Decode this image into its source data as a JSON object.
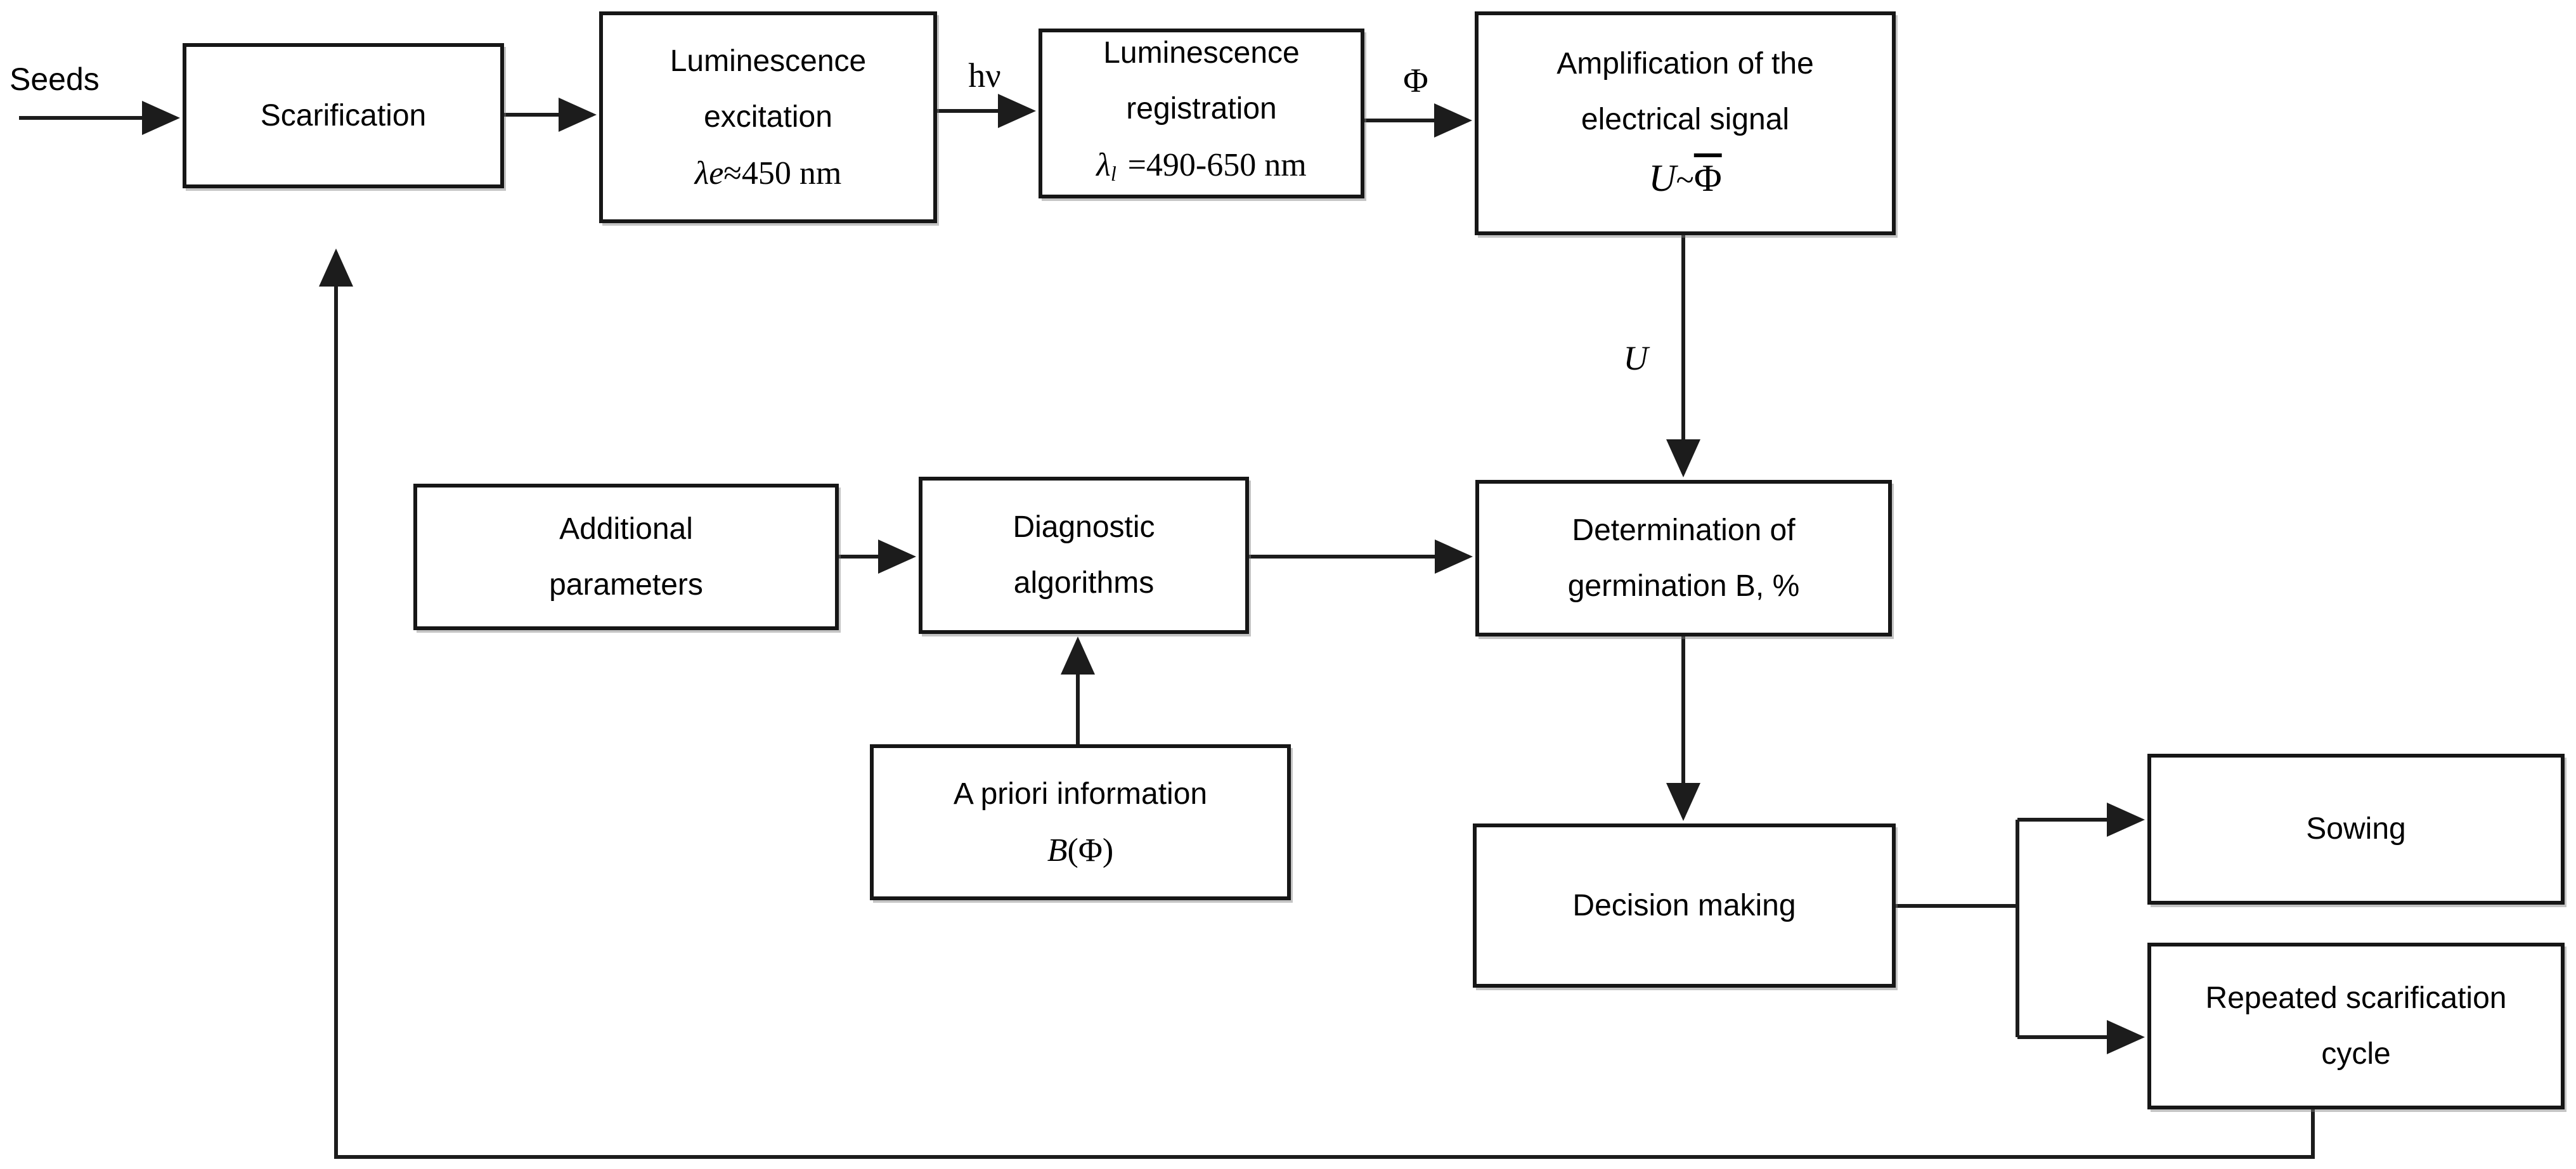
{
  "diagram": {
    "title": "Seed luminescence diagnostics flowchart",
    "colors": {
      "background": "#ffffff",
      "line": "#1c1c1c",
      "box_border": "#161616",
      "text": "#000000"
    },
    "nodes": {
      "scarification": {
        "label": "Scarification"
      },
      "luminescence_excitation": {
        "line1": "Luminescence",
        "line2": "excitation",
        "lambda": "λe",
        "value": "≈450 nm"
      },
      "luminescence_registration": {
        "line1": "Luminescence",
        "line2": "registration",
        "lambda": "λ",
        "lambda_sub": "l",
        "value": " =490-650 nm"
      },
      "amplification": {
        "line1": "Amplification of the",
        "line2": "electrical signal",
        "var_u": "U",
        "relation": "~",
        "var_phi": "Φ"
      },
      "additional_parameters": {
        "line1": "Additional",
        "line2": "parameters"
      },
      "diagnostic_algorithms": {
        "line1": "Diagnostic",
        "line2": "algorithms"
      },
      "a_priori_information": {
        "line1": "A priori information",
        "var_b": "B",
        "arg": "(Φ)"
      },
      "determination": {
        "line1": "Determination of",
        "line2": "germination B, %"
      },
      "decision_making": {
        "label": "Decision making"
      },
      "sowing": {
        "label": "Sowing"
      },
      "repeated_scarification": {
        "line1": "Repeated scarification",
        "line2": "cycle"
      }
    },
    "edge_labels": {
      "seeds": "Seeds",
      "photon": "hν",
      "flux": "Φ",
      "voltage": "U"
    },
    "connections": [
      {
        "from": "Seeds",
        "to": "Scarification",
        "label": "Seeds"
      },
      {
        "from": "Scarification",
        "to": "Luminescence excitation"
      },
      {
        "from": "Luminescence excitation",
        "to": "Luminescence registration",
        "label": "hν"
      },
      {
        "from": "Luminescence registration",
        "to": "Amplification of the electrical signal",
        "label": "Φ"
      },
      {
        "from": "Amplification of the electrical signal",
        "to": "Determination of germination B, %",
        "label": "U"
      },
      {
        "from": "Additional parameters",
        "to": "Diagnostic algorithms"
      },
      {
        "from": "A priori information B(Φ)",
        "to": "Diagnostic algorithms"
      },
      {
        "from": "Diagnostic algorithms",
        "to": "Determination of germination B, %"
      },
      {
        "from": "Determination of germination B, %",
        "to": "Decision making"
      },
      {
        "from": "Decision making",
        "to": "Sowing"
      },
      {
        "from": "Decision making",
        "to": "Repeated scarification cycle"
      },
      {
        "from": "Repeated scarification cycle",
        "to": "Scarification",
        "type": "feedback"
      }
    ]
  }
}
